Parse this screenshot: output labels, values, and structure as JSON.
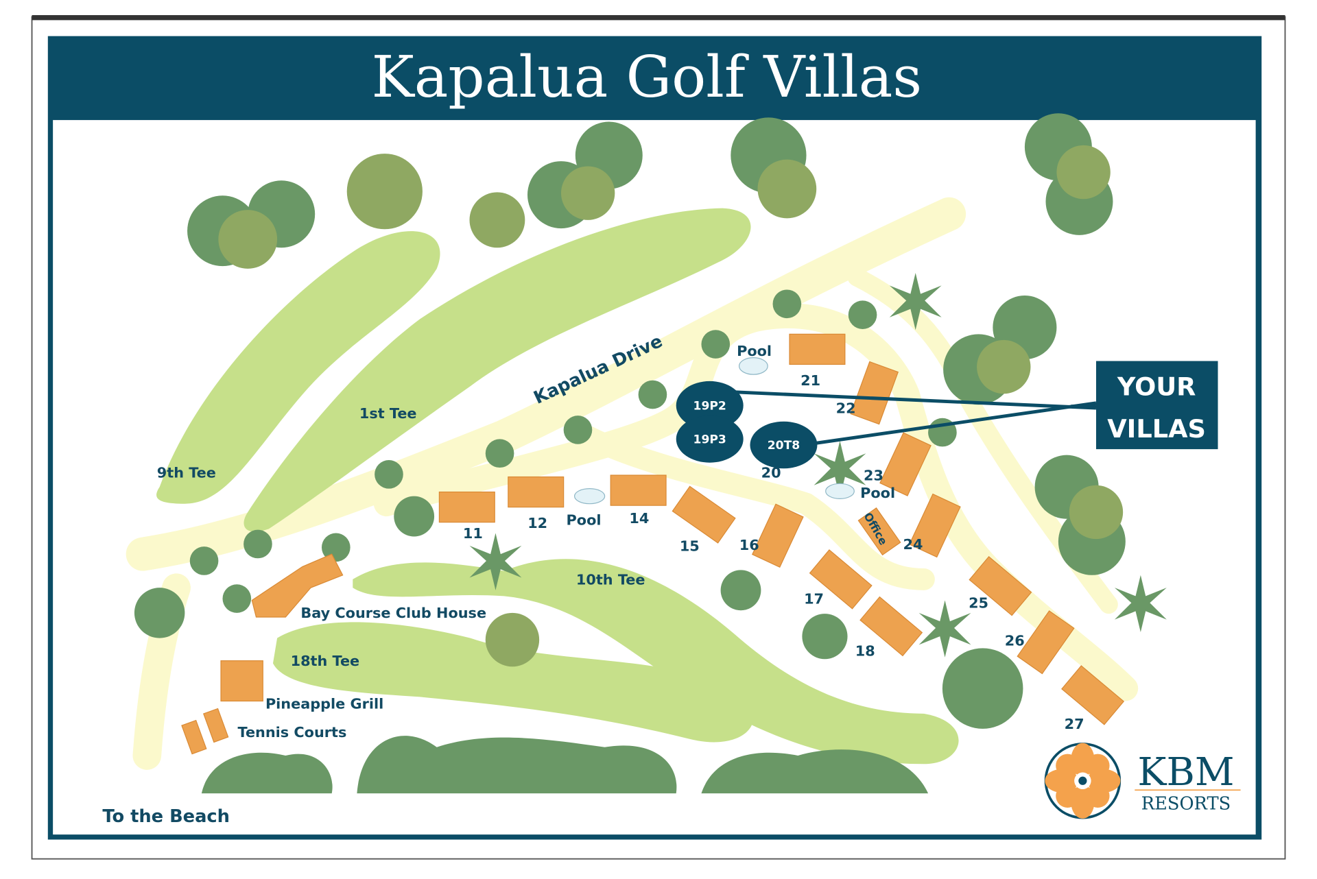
{
  "title": "Kapalua Golf Villas",
  "road": "Kapalua Drive",
  "tees": {
    "first": "1st Tee",
    "ninth": "9th Tee",
    "tenth": "10th Tee",
    "eighteenth": "18th Tee"
  },
  "places": {
    "club_house": "Bay Course Club House",
    "grill": "Pineapple Grill",
    "tennis": "Tennis Courts",
    "beach": "To the Beach",
    "pool": "Pool",
    "office": "Office"
  },
  "buildings": [
    "11",
    "12",
    "14",
    "15",
    "16",
    "17",
    "18",
    "20",
    "21",
    "22",
    "23",
    "24",
    "25",
    "26",
    "27"
  ],
  "your_villas": {
    "label_line1": "YOUR",
    "label_line2": "VILLAS",
    "units": [
      "19P2",
      "19P3",
      "20T8"
    ]
  },
  "logo": {
    "name": "KBM",
    "sub": "RESORTS"
  },
  "colors": {
    "navy": "#0b4d66",
    "fairway": "#c6e08a",
    "path": "#fbf9cc",
    "building": "#eda24f",
    "tree": "#6a9866"
  }
}
